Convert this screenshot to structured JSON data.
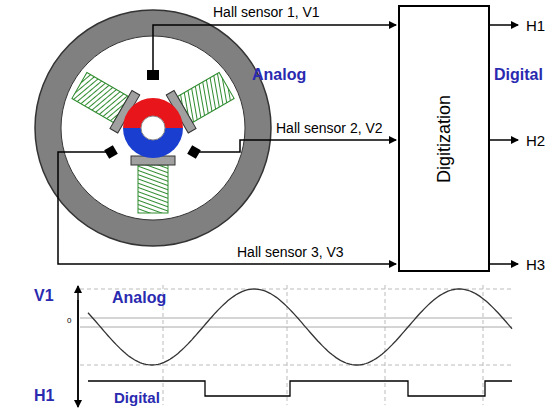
{
  "diagram": {
    "nodes": [
      {
        "text": [
          "Digitization"
        ]
      }
    ],
    "labels": [
      "Hall sensor 1, V1",
      "Hall sensor 2, V2",
      "Hall sensor 3, V3",
      "Analog",
      "Digital",
      "H1",
      "H2",
      "H3",
      "V1",
      "Analog",
      "0",
      "H1",
      "Digital"
    ]
  }
}
